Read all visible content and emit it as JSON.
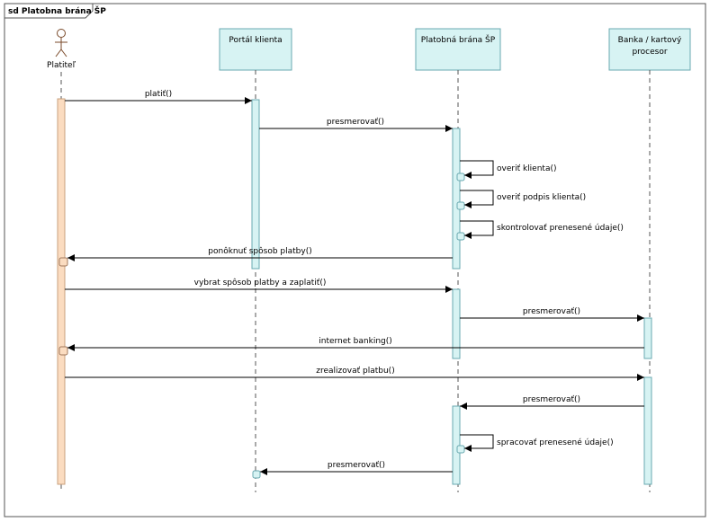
{
  "frame": {
    "title": "sd Platobna brána ŠP"
  },
  "colors": {
    "actor_activation": "#fbdcc0",
    "actor_activation_stroke": "#c8a07e",
    "box_fill": "#d7f3f3",
    "box_stroke": "#6aa9b0",
    "activation_fill": "#d7f3f3",
    "activation_stroke": "#6aa9b0",
    "line": "#000000"
  },
  "actor": {
    "name": "Platiteľ"
  },
  "lifelines": [
    {
      "id": "portal",
      "lines": [
        "Portál klienta"
      ]
    },
    {
      "id": "brana",
      "lines": [
        "Platobná brána ŠP"
      ]
    },
    {
      "id": "banka",
      "lines": [
        "Banka / kartový",
        "procesor"
      ]
    }
  ],
  "messages": [
    {
      "id": "m1",
      "label": "platiť()"
    },
    {
      "id": "m2",
      "label": "presmerovať()"
    },
    {
      "id": "m3",
      "label": "overiť klienta()"
    },
    {
      "id": "m4",
      "label": "overiť podpis klienta()"
    },
    {
      "id": "m5",
      "label": "skontrolovať prenesené údaje()"
    },
    {
      "id": "m6",
      "label": "ponôknuť spôsob platby()"
    },
    {
      "id": "m7",
      "label": "vybrat spôsob platby a zaplatiť()"
    },
    {
      "id": "m8",
      "label": "presmerovať()"
    },
    {
      "id": "m9",
      "label": "internet banking()"
    },
    {
      "id": "m10",
      "label": "zrealizovať platbu()"
    },
    {
      "id": "m11",
      "label": "presmerovať()"
    },
    {
      "id": "m12",
      "label": "spracovať prenesené údaje()"
    },
    {
      "id": "m13",
      "label": "presmerovať()"
    }
  ]
}
